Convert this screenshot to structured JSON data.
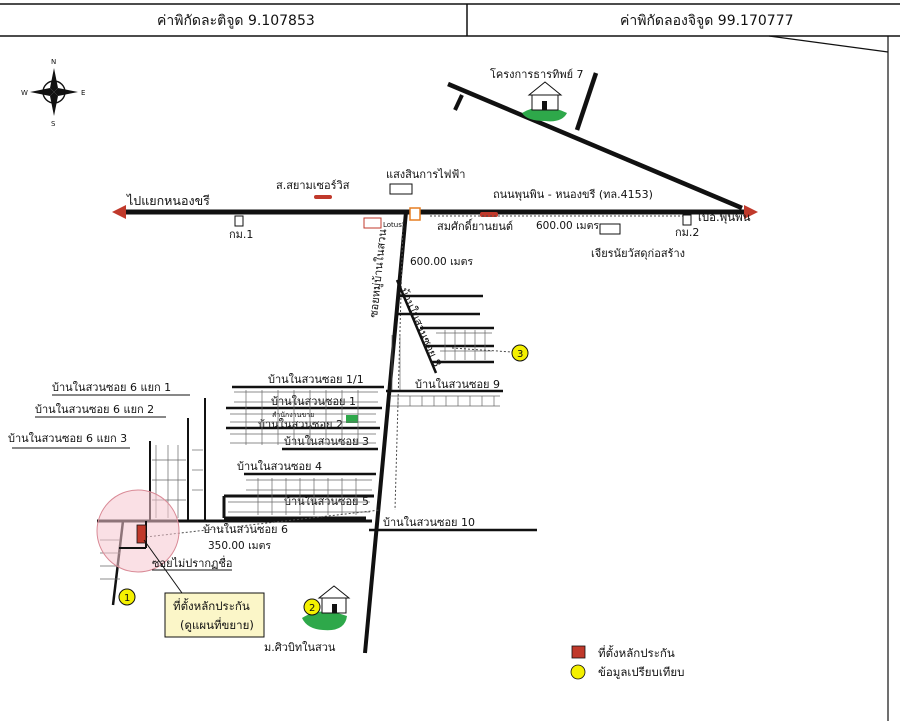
{
  "header": {
    "latitude_label": "ค่าพิกัดละติจูด 9.107853",
    "longitude_label": "ค่าพิกัดลองจิจูด 99.170777"
  },
  "compass": {
    "n": "N",
    "s": "S",
    "e": "E",
    "w": "W"
  },
  "roads": {
    "main_road": "ถนนพุนพิน - หนองขรี (ทล.4153)",
    "to_nong_khri": "ไปแยกหนองขรี",
    "to_punpin": "ไปอ.พุนพิน",
    "main_soi": "ซอยหมู่บ้านในสวน",
    "soi_8": "บ้านในสวนซอย 8",
    "soi_1_1": "บ้านในสวนซอย 1/1",
    "soi_1": "บ้านในสวนซอย 1",
    "soi_2": "บ้านในสวนซอย 2",
    "soi_3": "บ้านในสวนซอย 3",
    "soi_4": "บ้านในสวนซอย 4",
    "soi_5": "บ้านในสวนซอย 5",
    "soi_6": "บ้านในสวนซอย 6",
    "soi_9": "บ้านในสวนซอย 9",
    "soi_10": "บ้านในสวนซอย 10",
    "soi_6_1": "บ้านในสวนซอย 6 แยก 1",
    "soi_6_2": "บ้านในสวนซอย 6 แยก 2",
    "soi_6_3": "บ้านในสวนซอย 6 แยก 3",
    "unnamed_soi": "ซอยไม่ปรากฏชื่อ"
  },
  "places": {
    "project_7": "โครงการธารทิพย์ 7",
    "electric_shop": "แสงสินการไฟฟ้า",
    "siam_service": "ส.สยามเซอร์วิส",
    "km1": "กม.1",
    "km2": "กม.2",
    "somsak_motor": "สมศักดิ์ยานยนต์",
    "construction_store": "เจียรนัยวัสดุก่อสร้าง",
    "lotus": "Lotus",
    "sales_office": "สำนักงานขาย",
    "m_village": "ม.ศิวบิทในสวน"
  },
  "distances": {
    "d_600_main": "600.00 เมตร",
    "d_600_soi": "600.00 เมตร",
    "d_350": "350.00 เมตร"
  },
  "markers": {
    "m1": "1",
    "m2": "2",
    "m3": "3"
  },
  "callout": {
    "line1": "ที่ตั้งหลักประกัน",
    "line2": "(ดูแผนที่ขยาย)"
  },
  "legend": {
    "collateral": "ที่ตั้งหลักประกัน",
    "comparison": "ข้อมูลเปรียบเทียบ"
  },
  "colors": {
    "road": "#111111",
    "collateral_fill": "#c0392b",
    "comparison_fill": "#f4f000",
    "callout_fill": "#fbf6c8",
    "circle_fill": "#f6c7cf",
    "house_green": "#2ea84a",
    "distance_line": "#4a4a4a"
  }
}
